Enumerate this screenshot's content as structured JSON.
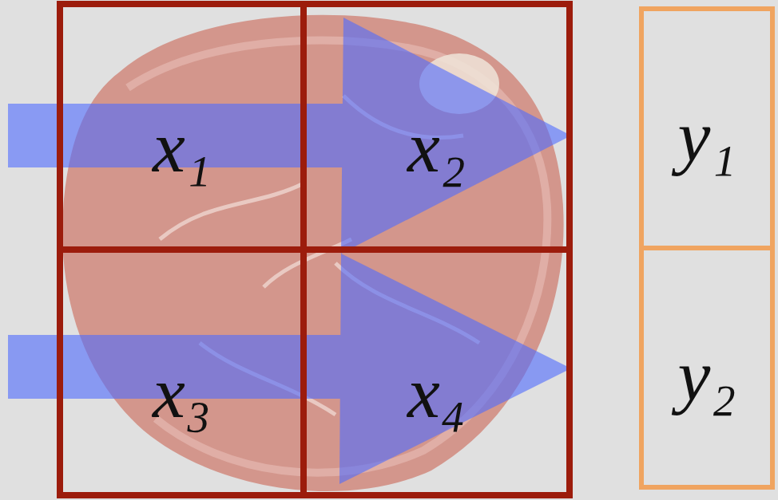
{
  "diagram": {
    "nodes": [
      {
        "text": [
          "x₁"
        ]
      },
      {
        "text": [
          "x₂"
        ]
      },
      {
        "text": [
          "x₃"
        ]
      },
      {
        "text": [
          "x₄"
        ]
      },
      {
        "text": [
          "y₁"
        ]
      },
      {
        "text": [
          "y₂"
        ]
      }
    ]
  }
}
